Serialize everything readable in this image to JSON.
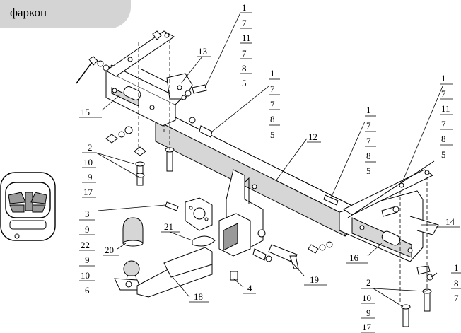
{
  "header": {
    "tab_label": "фаркоп"
  },
  "emblem": {
    "icon": "brand-logo-icon"
  },
  "callouts": {
    "left_top": [
      "1",
      "7",
      "11",
      "7",
      "8",
      "5"
    ],
    "center": [
      "1",
      "7",
      "7",
      "8",
      "5"
    ],
    "mid_right": [
      "1",
      "7",
      "7",
      "8",
      "5"
    ],
    "right_top": [
      "1",
      "7",
      "11",
      "7",
      "8",
      "5"
    ],
    "left_mid": [
      "2",
      "10",
      "9",
      "17"
    ],
    "left_low": [
      "3",
      "9",
      "22",
      "9",
      "10",
      "6"
    ],
    "right_low_a": [
      "1",
      "8",
      "7"
    ],
    "right_low_b": [
      "2",
      "10",
      "9",
      "17"
    ],
    "part_13": "13",
    "part_15": "15",
    "part_12": "12",
    "part_14": "14",
    "part_16": "16",
    "part_21": "21",
    "part_20": "20",
    "part_4": "4",
    "part_19": "19",
    "part_18": "18"
  }
}
